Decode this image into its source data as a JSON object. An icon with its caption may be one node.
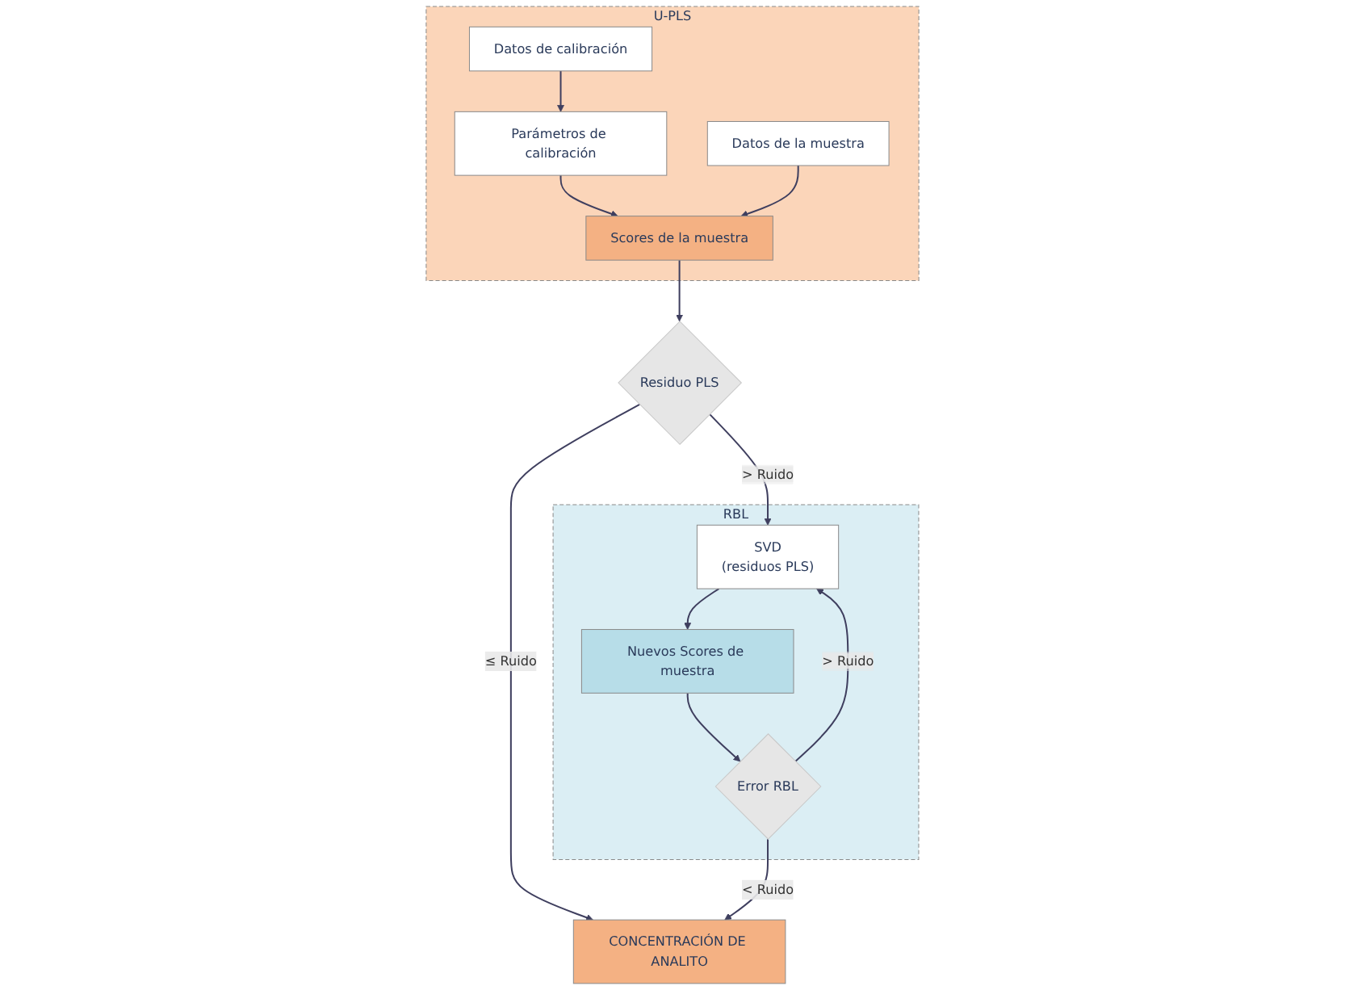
{
  "diagram": {
    "nodes": [
      {
        "text": [
          "U-PLS"
        ]
      },
      {
        "text": [
          "Datos de calibración"
        ],
        "in": 0
      },
      {
        "text": [
          "Parámetros de calibración"
        ],
        "in": 0
      },
      {
        "text": [
          "Datos de la muestra"
        ],
        "in": 0
      },
      {
        "text": [
          "Scores de la muestra"
        ],
        "in": 0
      },
      {
        "text": [
          "Residuo PLS"
        ]
      },
      {
        "text": [
          "CONCENTRACIÓN DE ANALITO"
        ]
      },
      {
        "text": [
          "RBL"
        ]
      },
      {
        "text": [
          "SVD",
          "(residuos PLS)"
        ],
        "in": 7
      },
      {
        "text": [
          "Nuevos Scores de muestra"
        ],
        "in": 7
      },
      {
        "text": [
          "Error RBL"
        ],
        "in": 7
      }
    ],
    "edges": [
      {
        "from": 1,
        "to": 2,
        "arrow": "to"
      },
      {
        "from": 2,
        "to": 4,
        "arrow": "to"
      },
      {
        "from": 3,
        "to": 4,
        "arrow": "to"
      },
      {
        "from": 4,
        "to": 5,
        "arrow": "to"
      },
      {
        "from": 5,
        "to": 8,
        "arrow": "to",
        "label": "> Ruido"
      },
      {
        "from": 5,
        "to": 6,
        "arrow": "to",
        "label": "≤ Ruido"
      },
      {
        "from": 8,
        "to": 9,
        "arrow": "to"
      },
      {
        "from": 9,
        "to": 10,
        "arrow": "to"
      },
      {
        "from": 10,
        "to": 6,
        "arrow": "to",
        "label": "< Ruido"
      },
      {
        "from": 10,
        "to": 8,
        "arrow": "to",
        "label": "> Ruido"
      }
    ]
  }
}
